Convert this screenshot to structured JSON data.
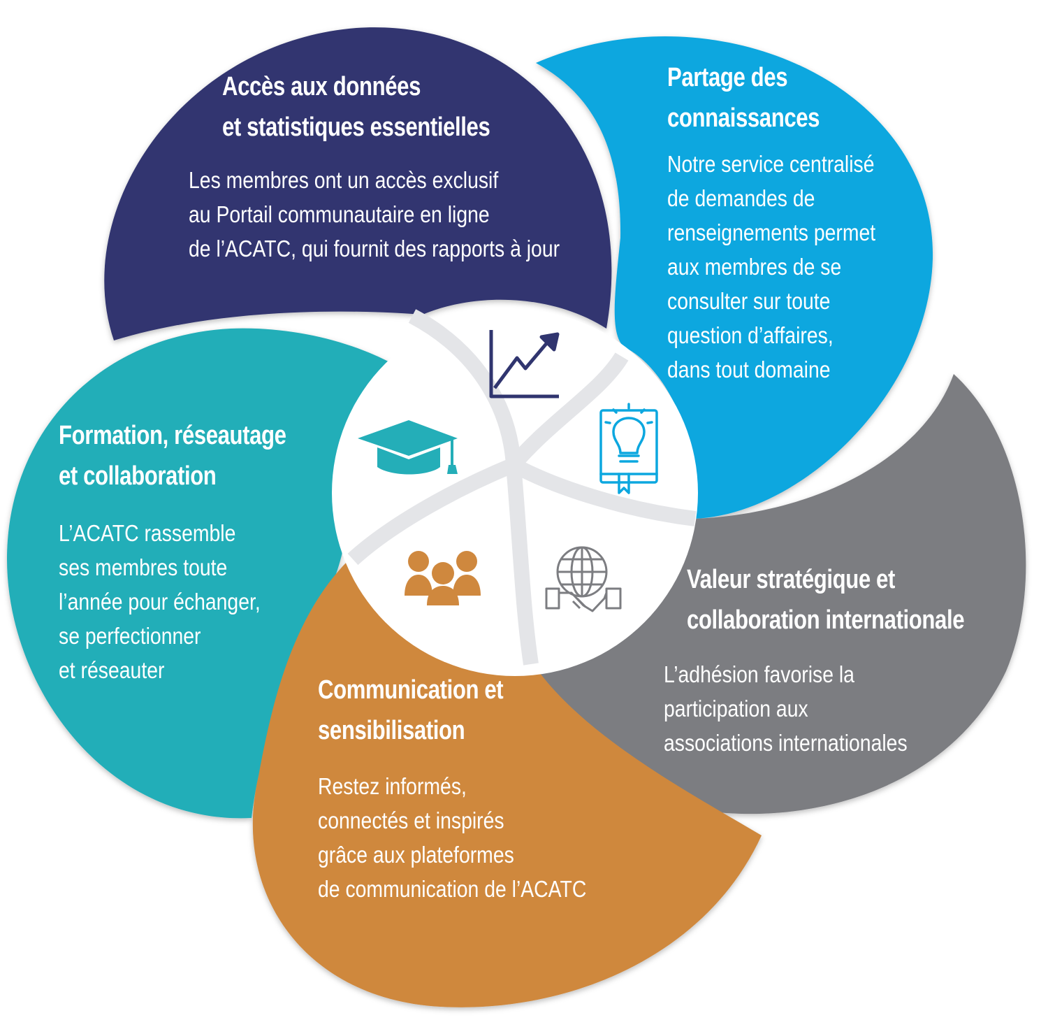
{
  "colors": {
    "navy": "#30356F",
    "sky": "#0CA7DF",
    "teal": "#24AEB8",
    "orange": "#CF883E",
    "gray": "#7C7D81",
    "center": "#FFFFFF",
    "separator": "#E4E5E8"
  },
  "blocks": {
    "data": {
      "color": "navy",
      "icon": "trend-chart-icon",
      "title": [
        "Accès aux données",
        "et statistiques essentielles"
      ],
      "body": [
        "Les membres ont un accès exclusif",
        "au Portail communautaire en ligne",
        "de l’ACATC, qui fournit des rapports à jour"
      ]
    },
    "share": {
      "color": "sky",
      "icon": "lightbulb-book-icon",
      "title": [
        "Partage des",
        "connaissances"
      ],
      "body": [
        "Notre service centralisé",
        "de demandes de",
        "renseignements permet",
        "aux membres de se",
        "consulter sur toute",
        "question d’affaires,",
        "dans tout domaine"
      ]
    },
    "intl": {
      "color": "gray",
      "icon": "globe-handshake-icon",
      "title": [
        "Valeur stratégique et",
        "collaboration internationale"
      ],
      "body": [
        "L’adhésion favorise la",
        "participation aux",
        "associations internationales"
      ]
    },
    "comm": {
      "color": "orange",
      "icon": "people-group-icon",
      "title": [
        "Communication et",
        "sensibilisation"
      ],
      "body": [
        "Restez informés,",
        "connectés et inspirés",
        "grâce aux plateformes",
        "de communication de l’ACATC"
      ]
    },
    "train": {
      "color": "teal",
      "icon": "graduation-cap-icon",
      "title": [
        "Formation, réseautage",
        "et collaboration"
      ],
      "body": [
        "L’ACATC rassemble",
        "ses membres toute",
        "l’année pour échanger,",
        "se perfectionner",
        "et réseauter"
      ]
    }
  }
}
